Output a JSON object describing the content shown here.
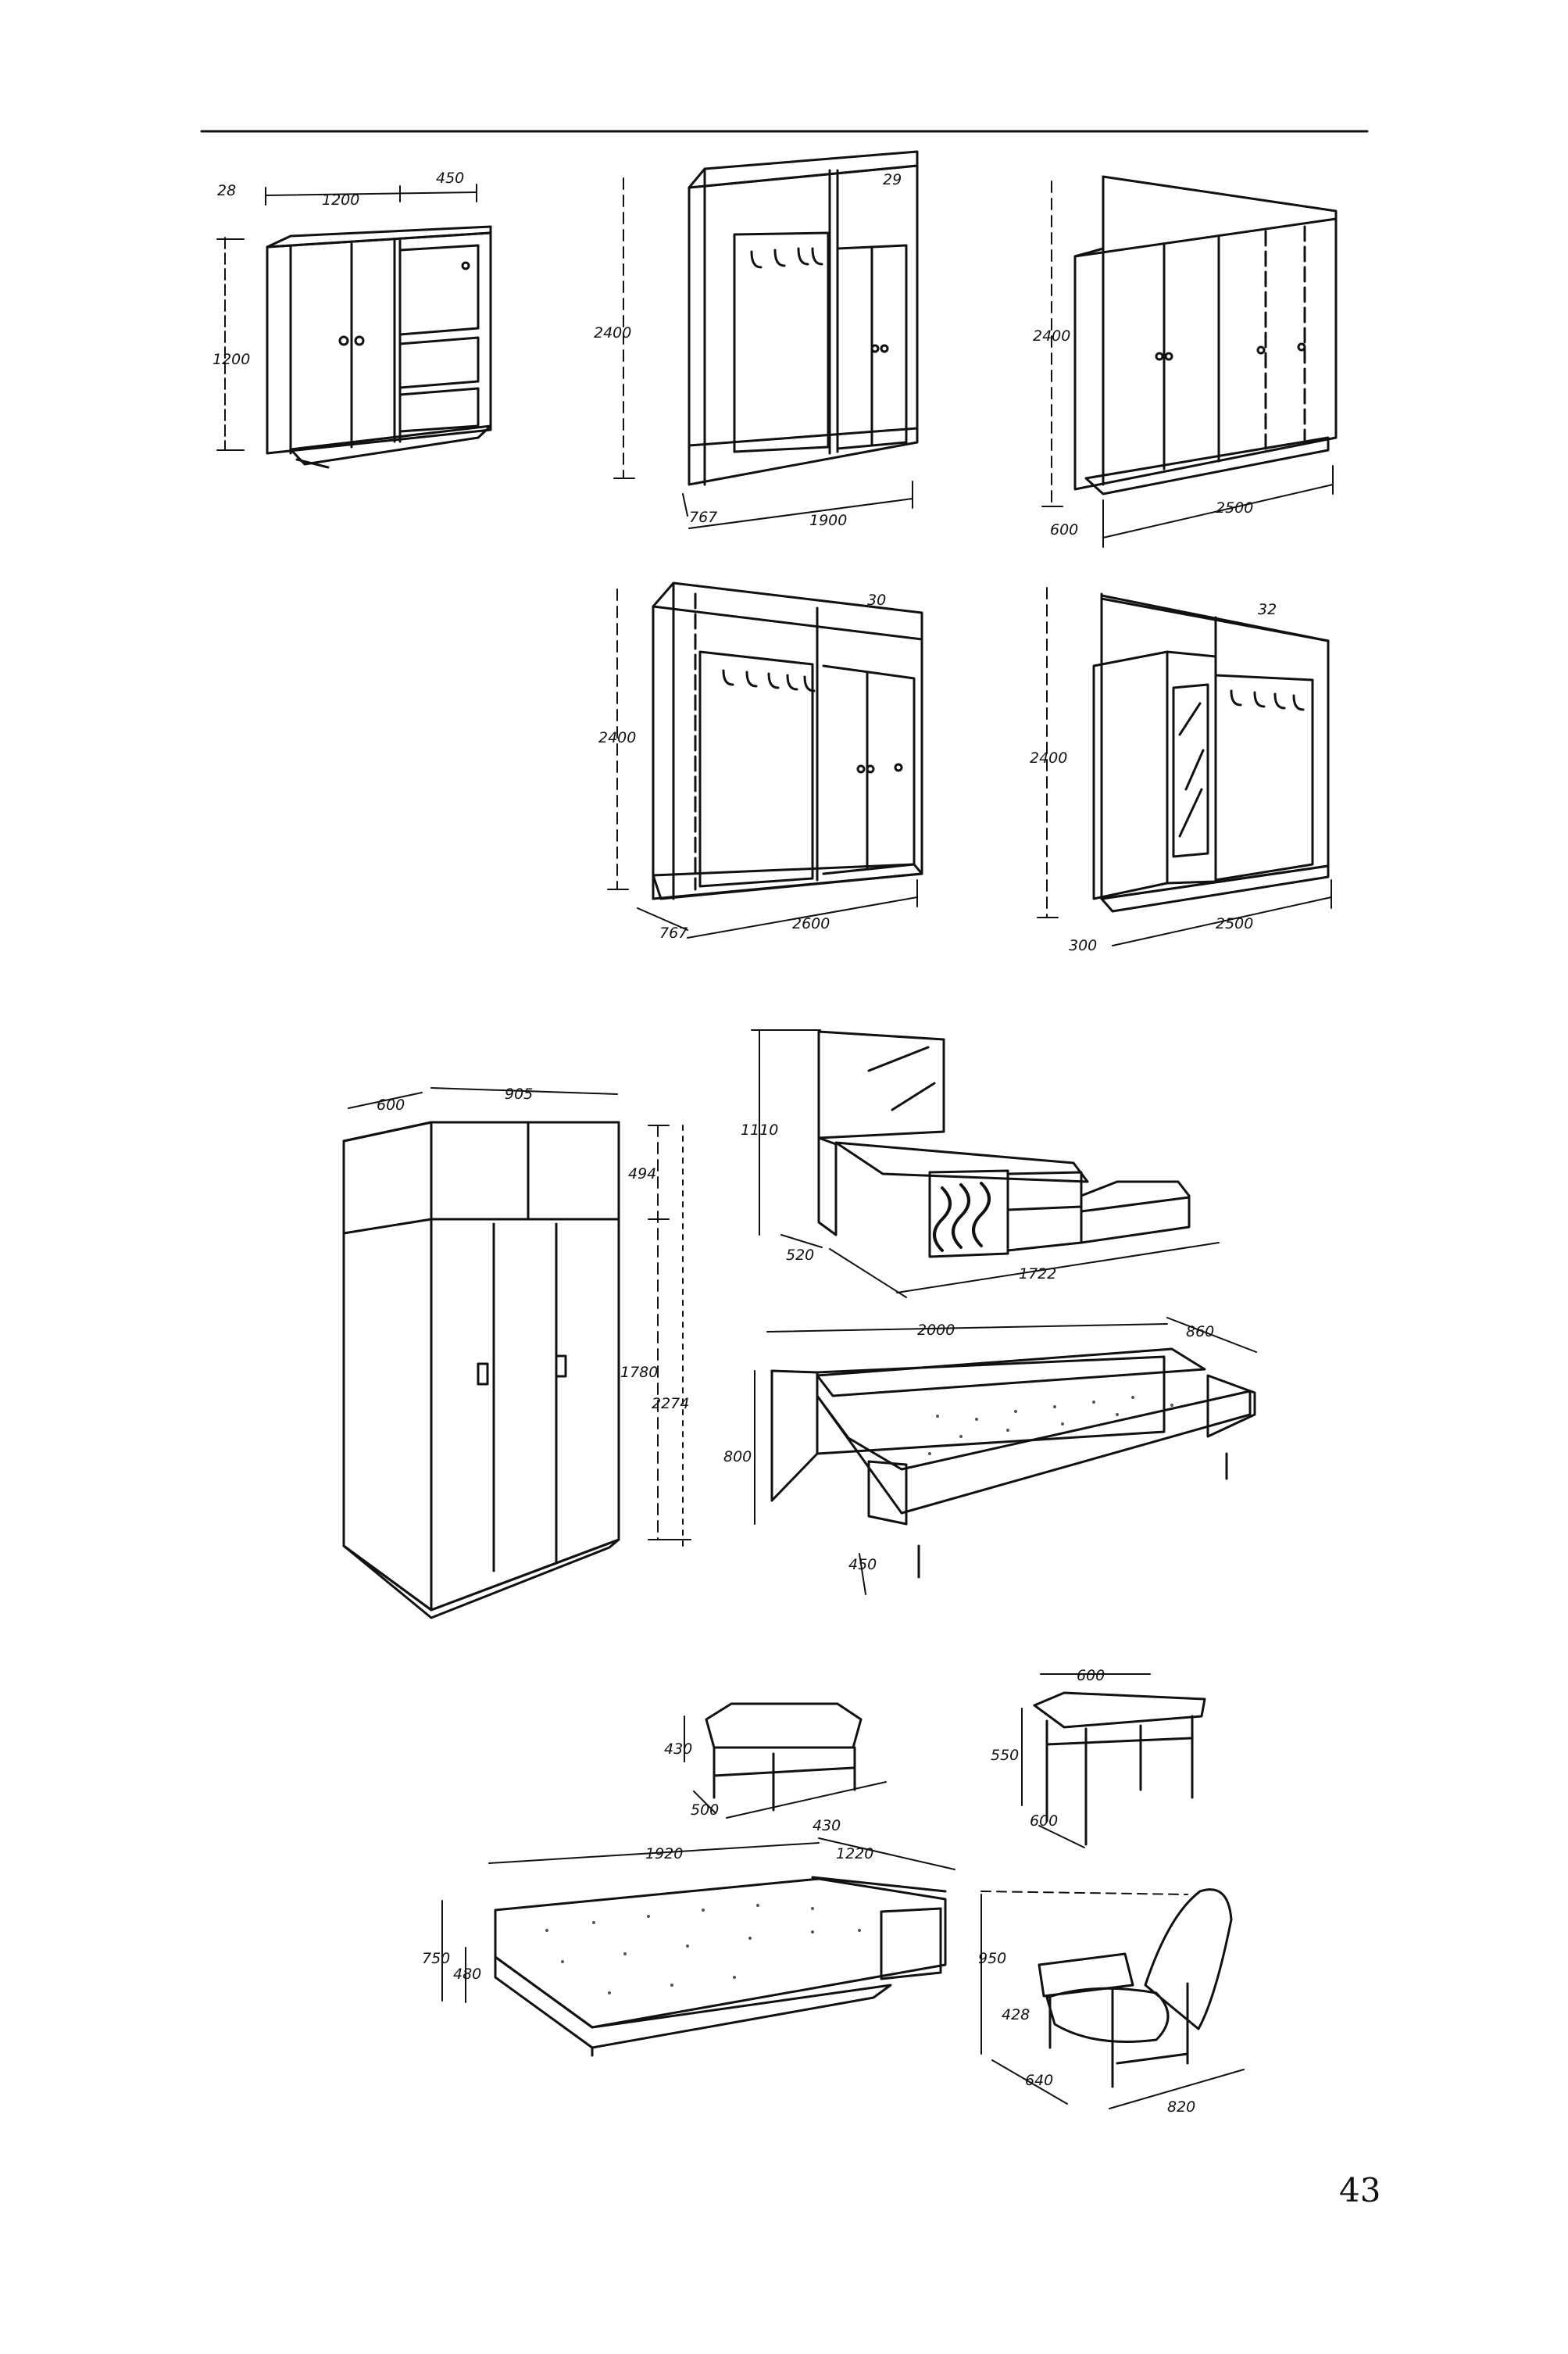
{
  "page_number": "43",
  "figure_numbers": [
    "28",
    "29",
    "30",
    "32"
  ],
  "colors": {
    "ink": "#111111",
    "paper": "#ffffff"
  },
  "drawings": [
    {
      "id": "28",
      "label": "28",
      "dims": [
        "1200",
        "450",
        "1200"
      ]
    },
    {
      "id": "29",
      "label": "29",
      "dims": [
        "2400",
        "767",
        "1900"
      ]
    },
    {
      "id": "wall-2500-top",
      "dims": [
        "2400",
        "600",
        "2500"
      ]
    },
    {
      "id": "30",
      "label": "30",
      "dims": [
        "2400",
        "767",
        "2600"
      ]
    },
    {
      "id": "32",
      "label": "32",
      "dims": [
        "2400",
        "300",
        "2500"
      ]
    },
    {
      "id": "wardrobe",
      "dims": [
        "600",
        "905",
        "494",
        "1780",
        "2274"
      ]
    },
    {
      "id": "vanity",
      "dims": [
        "1110",
        "520",
        "1722"
      ]
    },
    {
      "id": "sofa",
      "dims": [
        "2000",
        "860",
        "800",
        "450"
      ]
    },
    {
      "id": "stool",
      "dims": [
        "430",
        "500",
        "430"
      ]
    },
    {
      "id": "table",
      "dims": [
        "600",
        "550",
        "600"
      ]
    },
    {
      "id": "bed",
      "dims": [
        "1920",
        "1220",
        "750",
        "480"
      ]
    },
    {
      "id": "armchair",
      "dims": [
        "950",
        "428",
        "640",
        "820"
      ]
    }
  ]
}
